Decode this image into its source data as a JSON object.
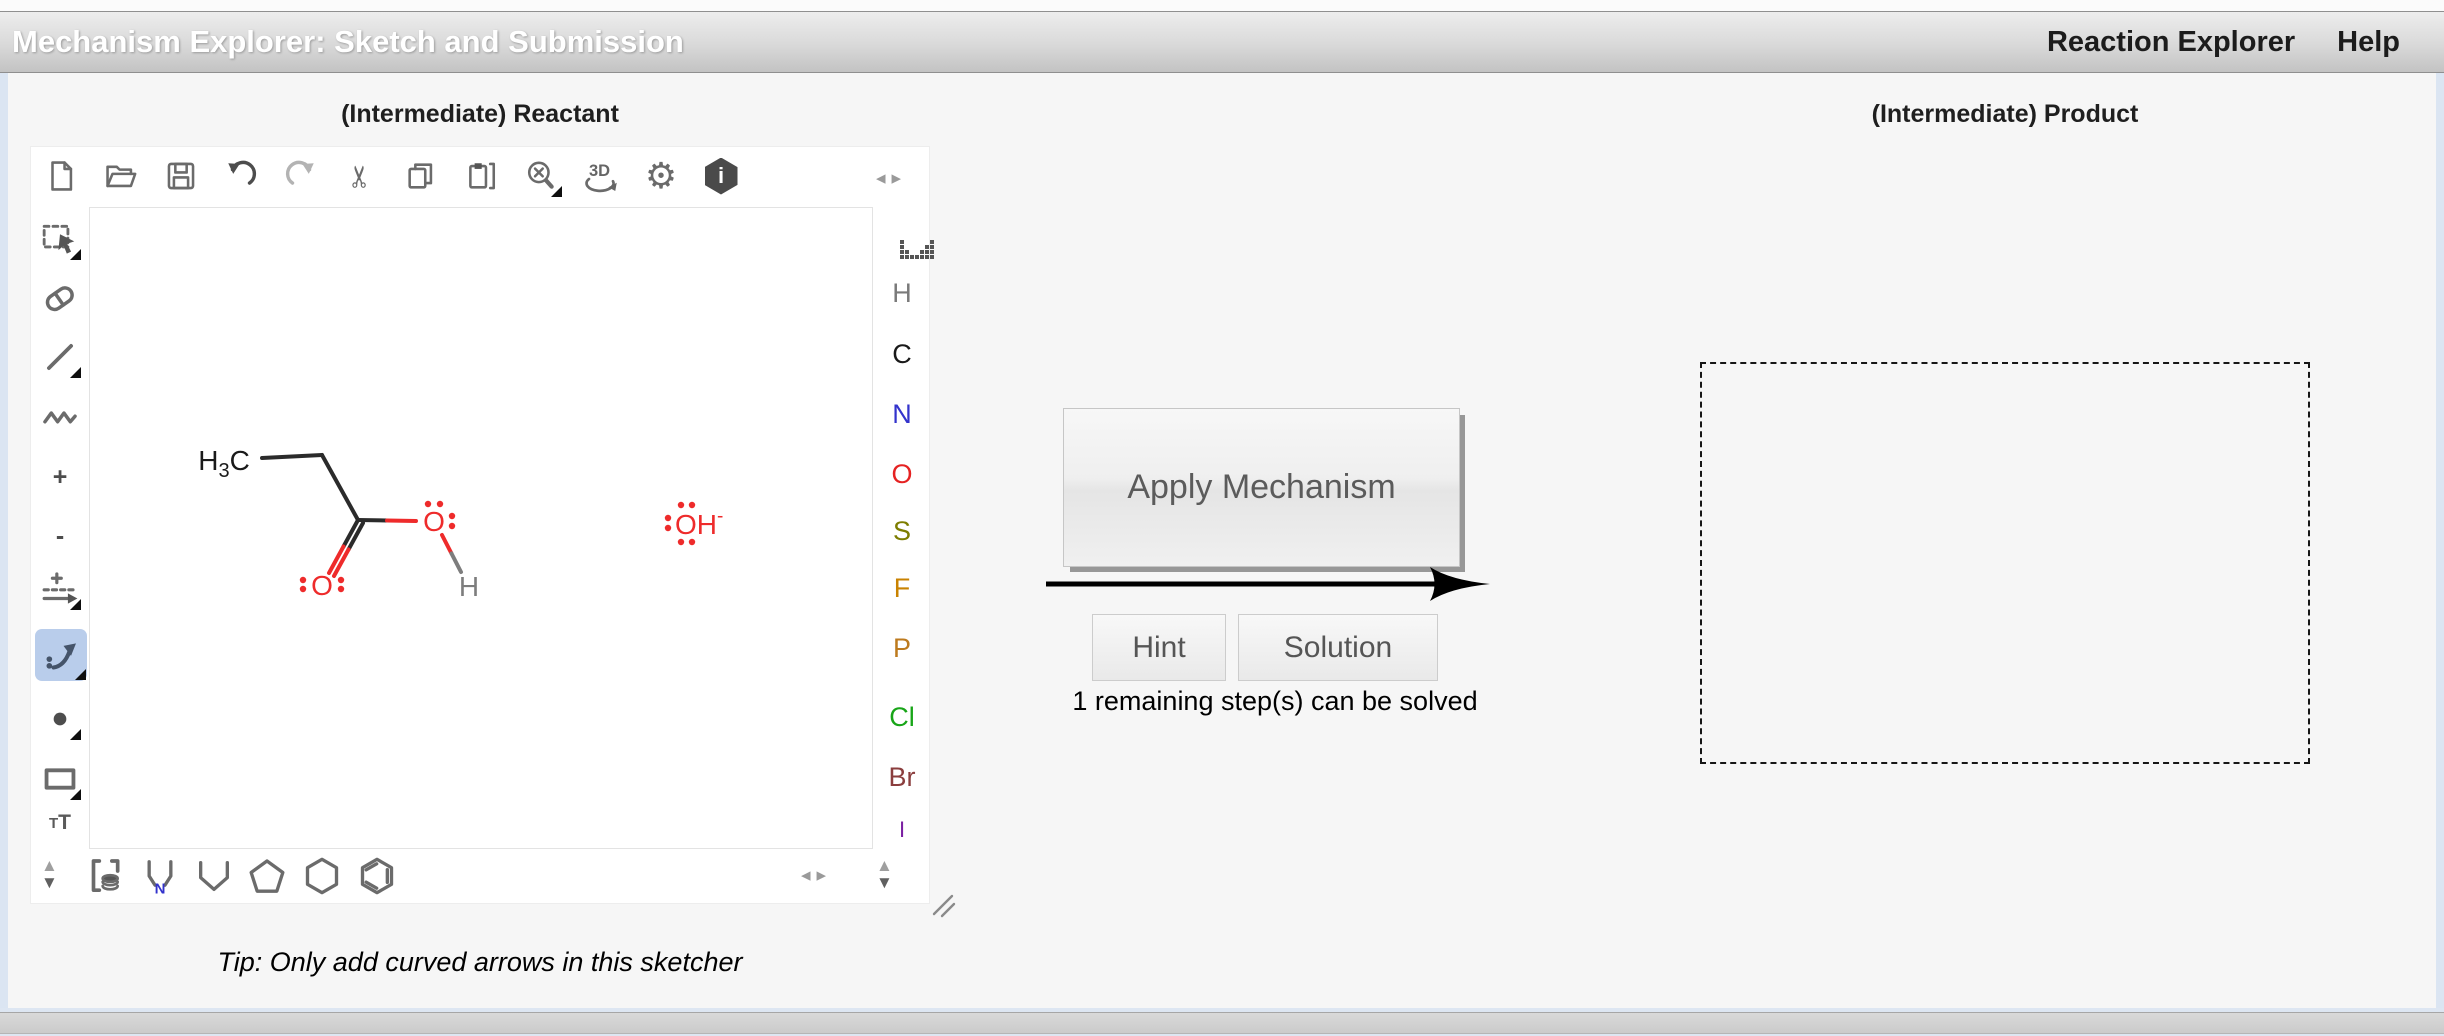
{
  "title_bar": {
    "title": "Mechanism Explorer: Sketch and Submission",
    "nav": [
      {
        "label": "Reaction Explorer"
      },
      {
        "label": "Help"
      }
    ]
  },
  "panels": {
    "reactant_heading": "(Intermediate) Reactant",
    "product_heading": "(Intermediate) Product",
    "tip": "Tip: Only add curved arrows in this sketcher"
  },
  "actions": {
    "apply": "Apply Mechanism",
    "hint": "Hint",
    "solution": "Solution",
    "status": "1 remaining step(s) can be solved"
  },
  "sketcher": {
    "top_toolbar_icons": [
      "new-document",
      "open-file",
      "save",
      "undo",
      "redo",
      "cut",
      "copy",
      "paste",
      "clear-zoom",
      "view-3d",
      "settings-gear",
      "info"
    ],
    "left_toolbar_icons": [
      "select-rectangle",
      "eraser",
      "single-bond",
      "chain",
      "charge-plus",
      "charge-minus",
      "reaction-arrow",
      "curved-electron-arrow",
      "radical-dot",
      "rectangle",
      "text-tool"
    ],
    "selected_tool": "curved-electron-arrow",
    "selected_tool_bg": "#b9cdeb",
    "bottom_toolbar_icons": [
      "template-group",
      "pyrrole-ring",
      "cyclopentadiene-ring",
      "cyclopentane-ring",
      "cyclohexane-ring",
      "benzene-ring"
    ],
    "icon_text": {
      "three_d": "3D",
      "plus": "+",
      "minus": "-",
      "pyrrole_n": "N",
      "text_small": "T",
      "text_large": "T",
      "info": "i"
    },
    "elements": [
      {
        "symbol": "H",
        "color": "#7a7a7a"
      },
      {
        "symbol": "C",
        "color": "#1a1a1a"
      },
      {
        "symbol": "N",
        "color": "#3333cc"
      },
      {
        "symbol": "O",
        "color": "#e52222"
      },
      {
        "symbol": "S",
        "color": "#7d7d00"
      },
      {
        "symbol": "F",
        "color": "#c98200"
      },
      {
        "symbol": "P",
        "color": "#bd7a1e"
      },
      {
        "symbol": "Cl",
        "color": "#18a518"
      },
      {
        "symbol": "Br",
        "color": "#8b3e3e"
      },
      {
        "symbol": "I",
        "color": "#7a1fa2"
      }
    ]
  },
  "molecule": {
    "name": "propanoic acid + hydroxide",
    "methyl": {
      "h": "H",
      "sub": "3",
      "c": "C"
    },
    "carbonyl_o": "O",
    "hydroxyl_o": "O",
    "hydroxyl_h": "H",
    "hydroxide": {
      "o": "O",
      "h": "H",
      "charge": "-"
    },
    "bond_color": "#2b2b2b",
    "heteroatom_color": "#ee2b2b",
    "h_color": "#7d7d7d"
  },
  "colors": {
    "page_bg": "#dde6f2",
    "content_bg": "#f6f6f6",
    "titlebar_text": "#ffffff"
  }
}
